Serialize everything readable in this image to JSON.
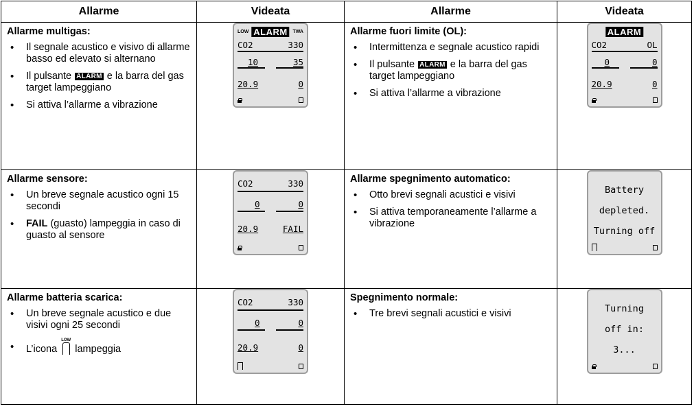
{
  "headers": [
    "Allarme",
    "Videata",
    "Allarme",
    "Videata"
  ],
  "alarm_badge": "ALARM",
  "rows": [
    {
      "left": {
        "title": "Allarme multigas:",
        "b1": "Il segnale acustico e visivo di allarme basso ed elevato si alternano",
        "b2_pre": "Il pulsante",
        "b2_post": "e la barra del gas target lampeggiano",
        "b3": "Si attiva l’allarme a vibrazione"
      },
      "left_screen": {
        "low": "LOW",
        "alarm": "ALARM",
        "twa": "TWA",
        "gas": "CO2",
        "gas_value": "330",
        "v1": "10",
        "v2": "35",
        "v3": "20.9",
        "v4": "0"
      },
      "right": {
        "title": "Allarme fuori limite (OL):",
        "b1": "Intermittenza e segnale acustico rapidi",
        "b2_pre": "Il pulsante",
        "b2_post": "e la barra del gas target lampeggiano",
        "b3": "Si attiva l’allarme a vibrazione"
      },
      "right_screen": {
        "alarm": "ALARM",
        "gas": "CO2",
        "gas_value": "OL",
        "v1": "0",
        "v2": "0",
        "v3": "20.9",
        "v4": "0"
      }
    },
    {
      "left": {
        "title": "Allarme sensore:",
        "b1": "Un breve segnale acustico ogni 15 secondi",
        "b2_bold": "FAIL",
        "b2_rest": "(guasto) lampeggia in caso di guasto al sensore"
      },
      "left_screen": {
        "gas": "CO2",
        "gas_value": "330",
        "v1": "0",
        "v2": "0",
        "v3": "20.9",
        "v4": "FAIL"
      },
      "right": {
        "title": "Allarme spegnimento automatico:",
        "b1": "Otto brevi segnali acustici e visivi",
        "b2": "Si attiva temporaneamente l’allarme a vibrazione"
      },
      "right_screen": {
        "line1": "Battery",
        "line2": "depleted.",
        "line3": "Turning off"
      }
    },
    {
      "left": {
        "title": "Allarme batteria scarica:",
        "b1": "Un breve segnale acustico e due visivi ogni 25 secondi",
        "b2_pre": "L’icona",
        "b2_post": "lampeggia",
        "icon_low": "LOW"
      },
      "left_screen": {
        "gas": "CO2",
        "gas_value": "330",
        "v1": "0",
        "v2": "0",
        "v3": "20.9",
        "v4": "0"
      },
      "right": {
        "title": "Spegnimento normale:",
        "b1": "Tre brevi segnali acustici e visivi"
      },
      "right_screen": {
        "line1": "Turning",
        "line2": "off in:",
        "line3": "3..."
      }
    }
  ]
}
